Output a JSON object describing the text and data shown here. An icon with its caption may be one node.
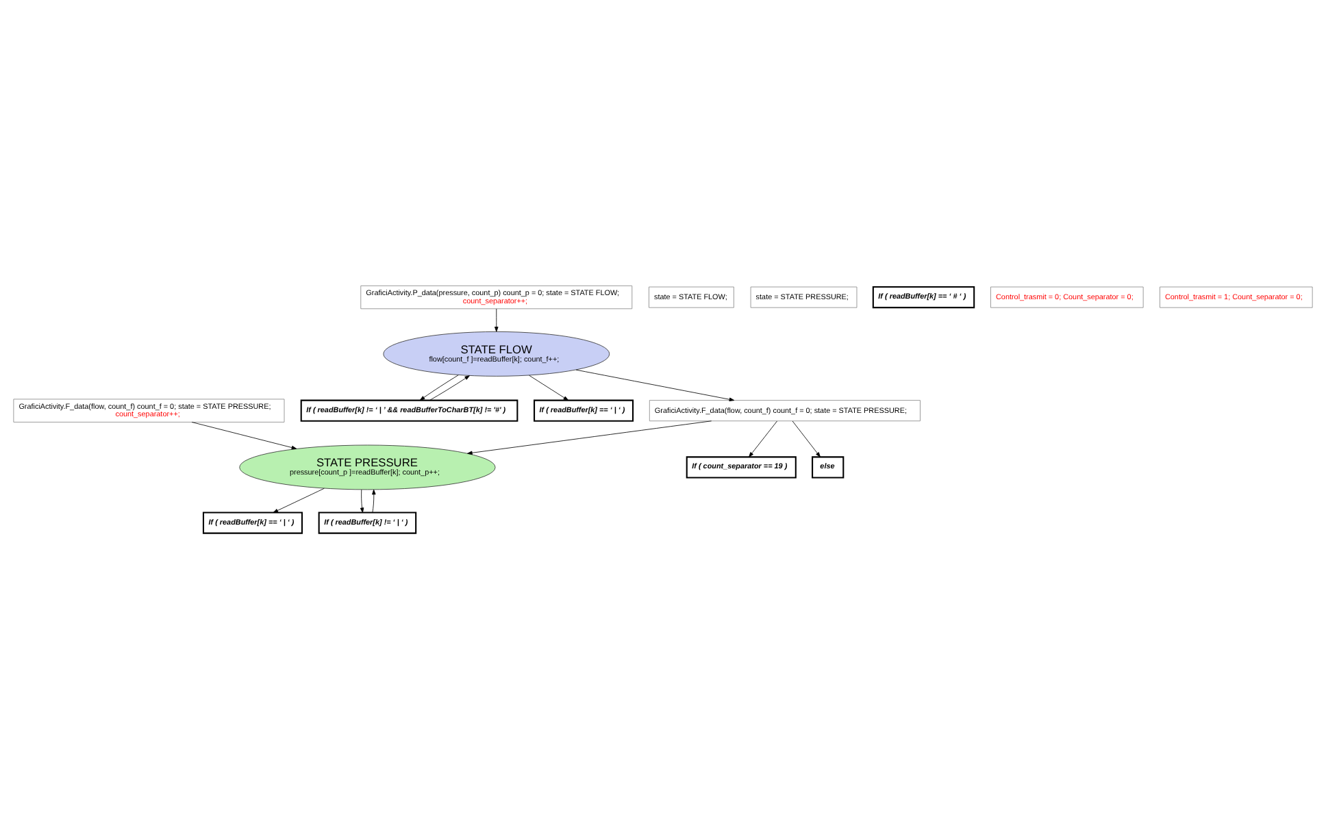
{
  "diagram": {
    "nodes": [
      {
        "text": [
          "STATE PRESSURE",
          "pressure[count_p ]=readBuffer[k]; count_p++;"
        ]
      },
      {
        "text": [
          "GraficiActivity.P_data(pressure, count_p) count_p = 0; state = STATE FLOW;",
          "count_separator++;"
        ]
      },
      {
        "text": [
          "If ( readBuffer[k] == ‘ | ‘ )"
        ]
      },
      {
        "text": [
          "STATE FLOW",
          "flow[count_f ]=readBuffer[k]; count_f++;"
        ]
      },
      {
        "text": [
          "state = STATE FLOW;"
        ]
      },
      {
        "text": [
          "If ( readBuffer[k] != ‘ | ’ && readBufferToCharBT[k] != '#' )"
        ]
      },
      {
        "text": [
          "If ( readBuffer[k] != ‘ | ‘ )"
        ]
      },
      {
        "text": [
          "state = STATE PRESSURE;"
        ]
      },
      {
        "text": [
          "If ( readBuffer[k] == ‘ | ‘ )"
        ]
      },
      {
        "text": [
          "GraficiActivity.F_data(flow, count_f) count_f = 0; state = STATE PRESSURE;",
          "count_separator++;"
        ]
      },
      {
        "text": [
          "If ( readBuffer[k] == ‘ # ‘ )"
        ]
      },
      {
        "text": [
          "GraficiActivity.F_data(flow, count_f) count_f = 0; state = STATE PRESSURE;"
        ]
      },
      {
        "text": [
          "If ( count_separator == 19 )"
        ]
      },
      {
        "text": [
          "Control_trasmit = 0; Count_separator = 0;"
        ]
      },
      {
        "text": [
          "else"
        ]
      },
      {
        "text": [
          "Control_trasmit = 1; Count_separator = 0;"
        ]
      }
    ],
    "edges": [
      {
        "from": 0,
        "to": 2,
        "arrow": "to"
      },
      {
        "from": 1,
        "to": 3,
        "arrow": "to"
      },
      {
        "from": 3,
        "to": 5,
        "arrow": "to"
      },
      {
        "from": 5,
        "to": 3,
        "arrow": "to"
      },
      {
        "from": 0,
        "to": 6,
        "arrow": "to"
      },
      {
        "from": 6,
        "to": 0,
        "arrow": "to"
      },
      {
        "from": 3,
        "to": 8,
        "arrow": "to"
      },
      {
        "from": 9,
        "to": 0,
        "arrow": "to"
      },
      {
        "from": 3,
        "to": 11,
        "arrow": "to"
      },
      {
        "from": 11,
        "to": 0,
        "arrow": "to"
      },
      {
        "from": 11,
        "to": 12,
        "arrow": "to"
      },
      {
        "from": 11,
        "to": 14,
        "arrow": "to"
      }
    ]
  }
}
